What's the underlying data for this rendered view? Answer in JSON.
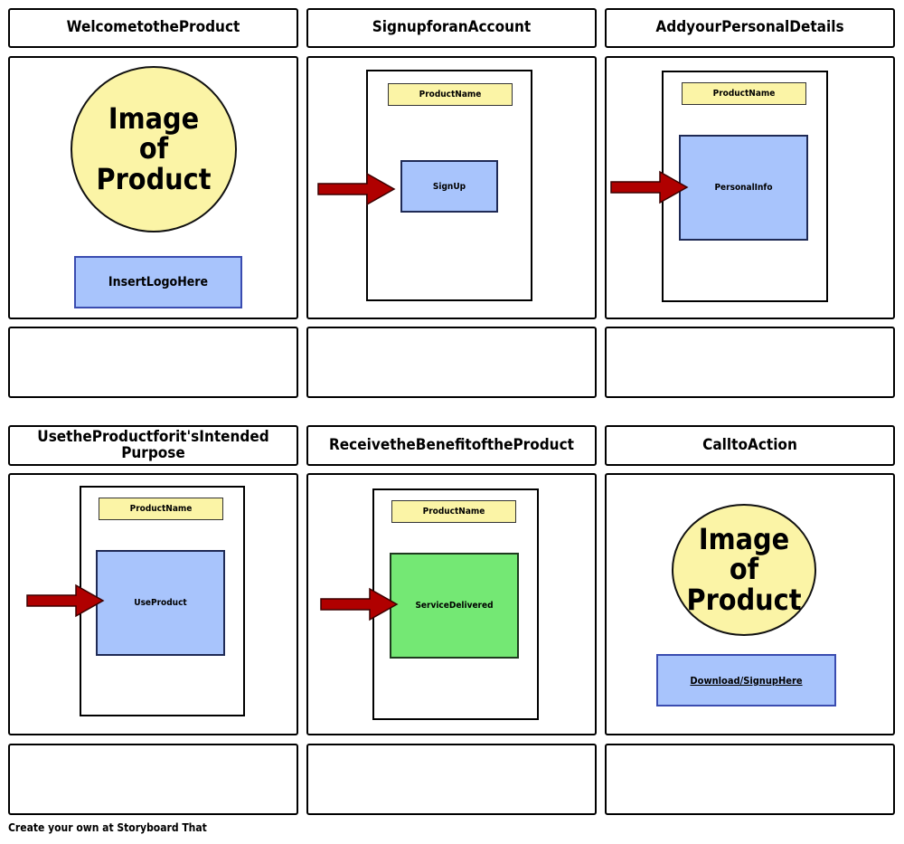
{
  "cells": [
    {
      "title": "WelcometotheProduct",
      "image_text": "Image\nof\nProduct",
      "logo_text": "InsertLogoHere"
    },
    {
      "title": "SignupforanAccount",
      "product_label": "ProductName",
      "box_text": "SignUp"
    },
    {
      "title": "AddyourPersonalDetails",
      "product_label": "ProductName",
      "box_text": "PersonalInfo"
    },
    {
      "title": "UsetheProductforit'sIntended Purpose",
      "product_label": "ProductName",
      "box_text": "UseProduct"
    },
    {
      "title": "ReceivetheBenefitoftheProduct",
      "product_label": "ProductName",
      "box_text": "ServiceDelivered"
    },
    {
      "title": "CalltoAction",
      "image_text": "Image\nof\nProduct",
      "link_text": "Download/SignupHere"
    }
  ],
  "footer": "Create your own at Storyboard That",
  "colors": {
    "note_yellow": "#fbf4a6",
    "screen_blue": "#a8c4fc",
    "success_green": "#74e874",
    "arrow_red": "#b00000"
  },
  "icons": [
    "red-arrow-icon"
  ]
}
